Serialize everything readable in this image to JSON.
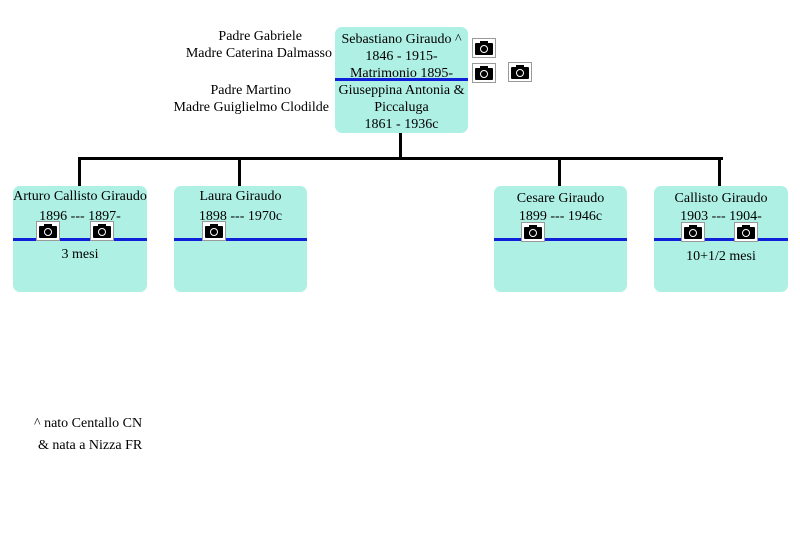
{
  "parents": {
    "father_line1": "Padre Gabriele",
    "father_line2": "Madre Caterina Dalmasso",
    "mother_line1": "Padre Martino",
    "mother_line2": "Madre Guiglielmo Clodilde"
  },
  "couple": {
    "husband_name": "Sebastiano Giraudo ^",
    "husband_dates": "1846 - 1915-",
    "marriage": "Matrimonio 1895-",
    "wife_name_line1": "Giuseppina Antonia &",
    "wife_name_line2": "Piccaluga",
    "wife_dates": "1861 - 1936c"
  },
  "children": [
    {
      "name": "Arturo Callisto Giraudo",
      "dates": "1896 --- 1897-",
      "note": "3 mesi"
    },
    {
      "name": "Laura Giraudo",
      "dates": "1898 --- 1970c",
      "note": ""
    },
    {
      "name": "Cesare Giraudo",
      "dates": "1899 --- 1946c",
      "note": ""
    },
    {
      "name": "Callisto Giraudo",
      "dates": "1903 --- 1904-",
      "note": "10+1/2 mesi"
    }
  ],
  "legend": {
    "line1": "^  nato Centallo CN",
    "line2": "& nata a Nizza FR"
  },
  "icons": {
    "photo": "camera-icon"
  },
  "colors": {
    "box_fill": "#aff0e4",
    "divider_blue": "#1020d8"
  }
}
